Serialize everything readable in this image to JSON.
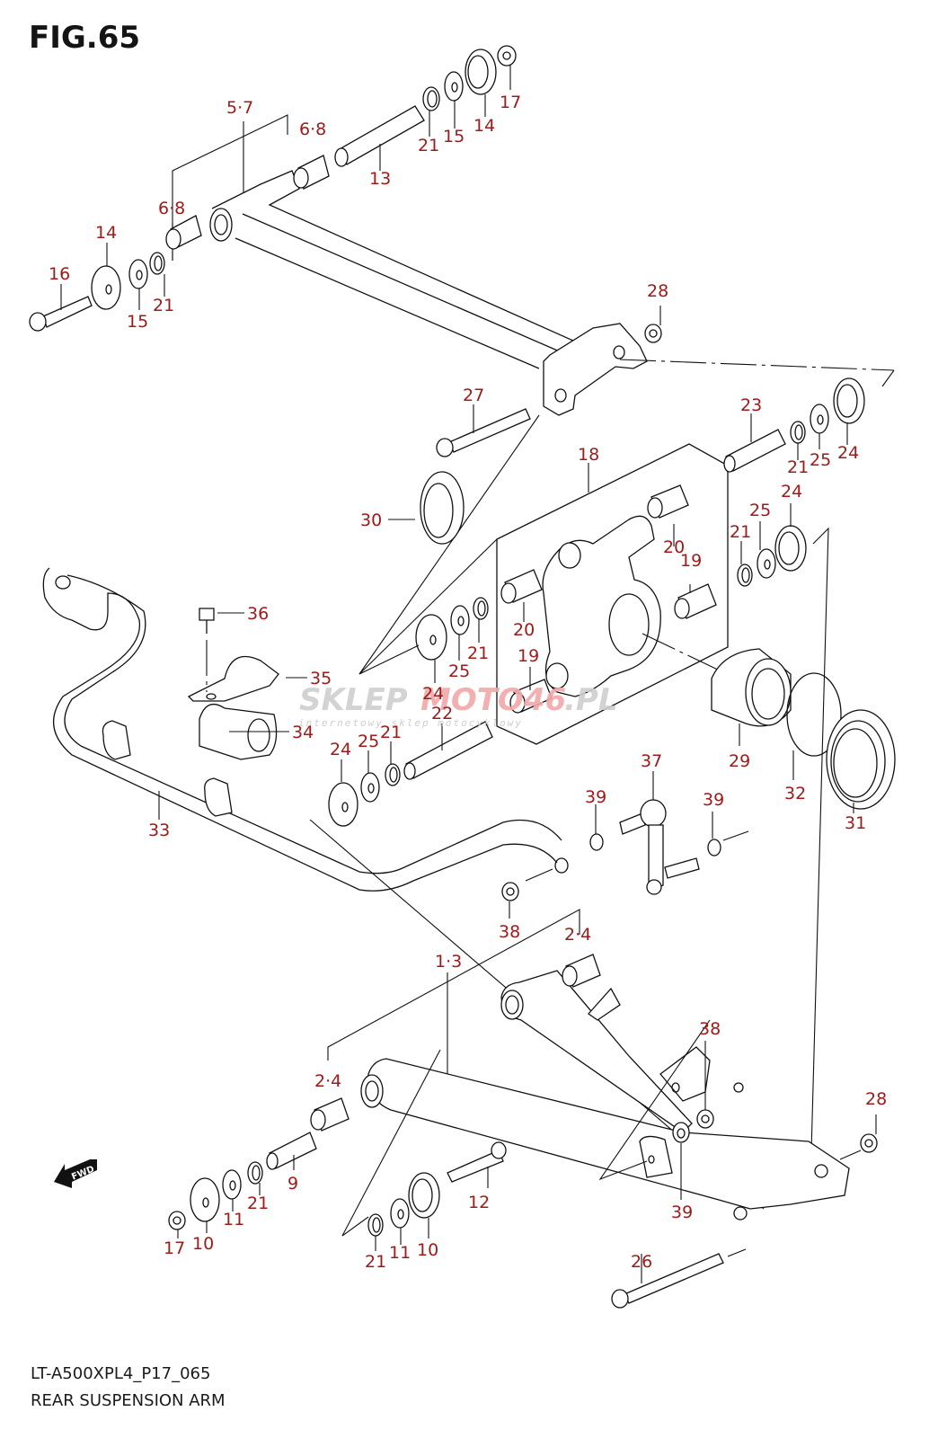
{
  "figure": {
    "title": "FIG.65",
    "code": "LT-A500XPL4_P17_065",
    "name": "REAR SUSPENSION ARM"
  },
  "colors": {
    "callout": "#a11a1a",
    "line": "#111111",
    "watermark_gray": "#c8c8c8",
    "watermark_red": "#f2a8a8"
  },
  "watermark": {
    "text_gray": "SKLEP",
    "text_red": "MOTO46",
    "suffix": ".PL",
    "tagline": "internetowy sklep motocyklowy"
  },
  "fwd_badge": {
    "label": "FWD",
    "icon": "arrow-left-icon"
  },
  "callouts": [
    {
      "id": "c-57",
      "label": "5·7"
    },
    {
      "id": "c-68a",
      "label": "6·8"
    },
    {
      "id": "c-68b",
      "label": "6·8"
    },
    {
      "id": "c-13",
      "label": "13"
    },
    {
      "id": "c-21a",
      "label": "21"
    },
    {
      "id": "c-15a",
      "label": "15"
    },
    {
      "id": "c-14a",
      "label": "14"
    },
    {
      "id": "c-17a",
      "label": "17"
    },
    {
      "id": "c-14b",
      "label": "14"
    },
    {
      "id": "c-16",
      "label": "16"
    },
    {
      "id": "c-15b",
      "label": "15"
    },
    {
      "id": "c-21b",
      "label": "21"
    },
    {
      "id": "c-28a",
      "label": "28"
    },
    {
      "id": "c-27",
      "label": "27"
    },
    {
      "id": "c-23",
      "label": "23"
    },
    {
      "id": "c-21c",
      "label": "21"
    },
    {
      "id": "c-25a",
      "label": "25"
    },
    {
      "id": "c-24a",
      "label": "24"
    },
    {
      "id": "c-18",
      "label": "18"
    },
    {
      "id": "c-30",
      "label": "30"
    },
    {
      "id": "c-24b",
      "label": "24"
    },
    {
      "id": "c-21d",
      "label": "21"
    },
    {
      "id": "c-25b",
      "label": "25"
    },
    {
      "id": "c-20a",
      "label": "20"
    },
    {
      "id": "c-19a",
      "label": "19"
    },
    {
      "id": "c-36",
      "label": "36"
    },
    {
      "id": "c-20b",
      "label": "20"
    },
    {
      "id": "c-19b",
      "label": "19"
    },
    {
      "id": "c-21e",
      "label": "21"
    },
    {
      "id": "c-25c",
      "label": "25"
    },
    {
      "id": "c-24c",
      "label": "24"
    },
    {
      "id": "c-35",
      "label": "35"
    },
    {
      "id": "c-22",
      "label": "22"
    },
    {
      "id": "c-34",
      "label": "34"
    },
    {
      "id": "c-24d",
      "label": "24"
    },
    {
      "id": "c-25d",
      "label": "25"
    },
    {
      "id": "c-21f",
      "label": "21"
    },
    {
      "id": "c-29",
      "label": "29"
    },
    {
      "id": "c-32",
      "label": "32"
    },
    {
      "id": "c-31",
      "label": "31"
    },
    {
      "id": "c-37",
      "label": "37"
    },
    {
      "id": "c-39a",
      "label": "39"
    },
    {
      "id": "c-39b",
      "label": "39"
    },
    {
      "id": "c-33",
      "label": "33"
    },
    {
      "id": "c-38a",
      "label": "38"
    },
    {
      "id": "c-24e",
      "label": "2·4"
    },
    {
      "id": "c-13b",
      "label": "1·3"
    },
    {
      "id": "c-38b",
      "label": "38"
    },
    {
      "id": "c-24f",
      "label": "2·4"
    },
    {
      "id": "c-28b",
      "label": "28"
    },
    {
      "id": "c-9",
      "label": "9"
    },
    {
      "id": "c-12",
      "label": "12"
    },
    {
      "id": "c-39c",
      "label": "39"
    },
    {
      "id": "c-21g",
      "label": "21"
    },
    {
      "id": "c-11a",
      "label": "11"
    },
    {
      "id": "c-10a",
      "label": "10"
    },
    {
      "id": "c-17b",
      "label": "17"
    },
    {
      "id": "c-26",
      "label": "26"
    },
    {
      "id": "c-21h",
      "label": "21"
    },
    {
      "id": "c-11b",
      "label": "11"
    },
    {
      "id": "c-10b",
      "label": "10"
    }
  ]
}
